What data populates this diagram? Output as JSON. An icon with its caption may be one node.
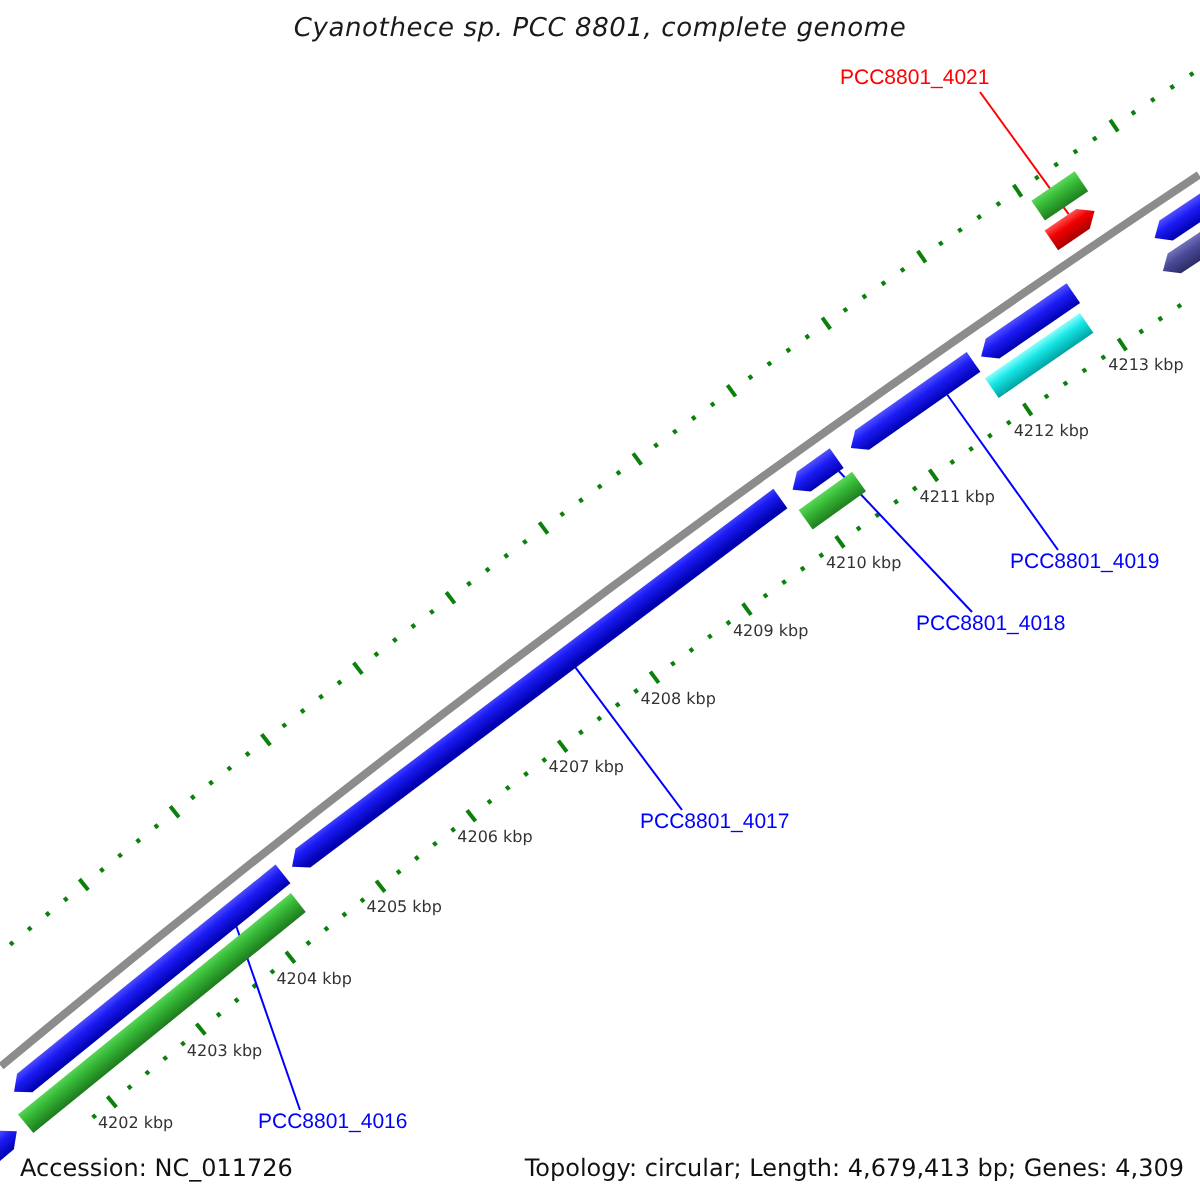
{
  "diagram": {
    "title": "Cyanothece sp. PCC 8801, complete genome",
    "nodes": [
      {
        "text": [
          "PCC8801_4021"
        ]
      },
      {
        "text": [],
        "shape": "bar"
      },
      {
        "text": [],
        "shape": "pentagon"
      },
      {
        "text": [],
        "shape": "pentagon"
      },
      {
        "text": [],
        "shape": "pentagon"
      },
      {
        "text": [],
        "shape": "pentagon"
      },
      {
        "text": [],
        "shape": "bar"
      },
      {
        "text": [],
        "shape": "pentagon"
      },
      {
        "text": [
          "PCC8801_4019"
        ]
      },
      {
        "text": [],
        "shape": "pentagon"
      },
      {
        "text": [],
        "shape": "bar"
      },
      {
        "text": [
          "PCC8801_4018"
        ]
      },
      {
        "text": [],
        "shape": "pentagon"
      },
      {
        "text": [
          "PCC8801_4017"
        ]
      },
      {
        "text": [],
        "shape": "pentagon"
      },
      {
        "text": [],
        "shape": "bar"
      },
      {
        "text": [],
        "shape": "pentagon"
      },
      {
        "text": [
          "PCC8801_4016"
        ]
      }
    ],
    "edges": [
      {
        "from": 0,
        "to": 2,
        "arrow": "none",
        "color": "#ff0000"
      },
      {
        "from": 8,
        "to": 7,
        "arrow": "none"
      },
      {
        "from": 11,
        "to": 9,
        "arrow": "none"
      },
      {
        "from": 13,
        "to": 12,
        "arrow": "none"
      },
      {
        "from": 17,
        "to": 14,
        "arrow": "none"
      }
    ],
    "labels": [
      "4213 kbp",
      "4212 kbp",
      "4211 kbp",
      "4210 kbp",
      "4209 kbp",
      "4208 kbp",
      "4207 kbp",
      "4206 kbp",
      "4205 kbp",
      "4204 kbp",
      "4203 kbp",
      "4202 kbp",
      "Accession: NC_011726",
      "Topology: circular; Length: 4,679,413 bp; Genes: 4,309"
    ]
  }
}
